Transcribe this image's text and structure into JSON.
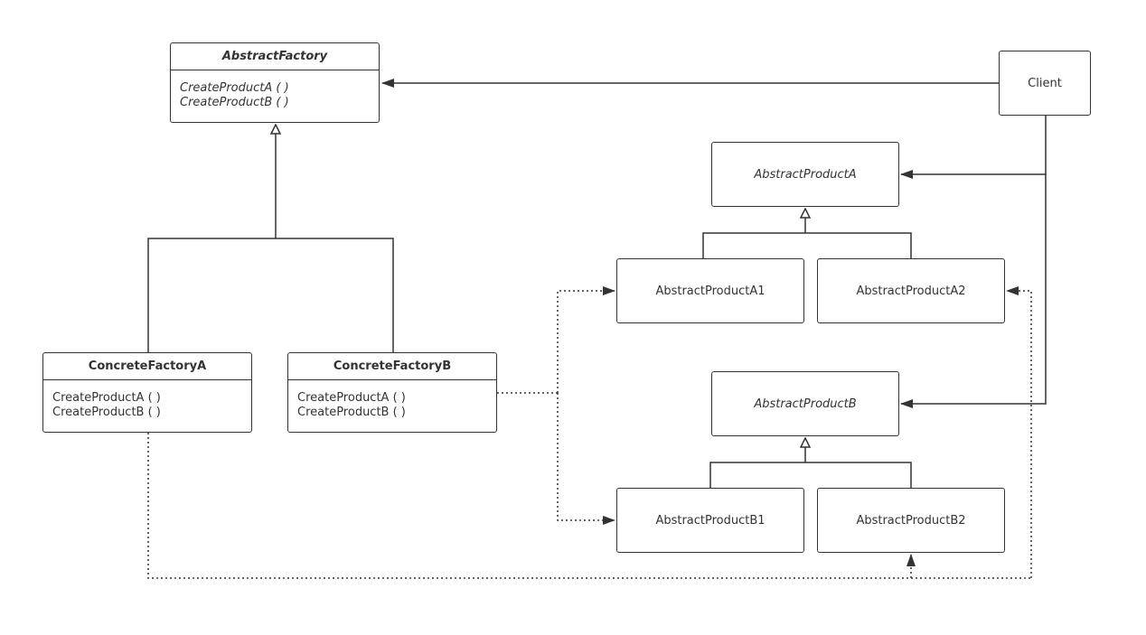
{
  "abstract_factory": {
    "name": "AbstractFactory",
    "methods": [
      "CreateProductA ( )",
      "CreateProductB ( )"
    ]
  },
  "concrete_factory_a": {
    "name": "ConcreteFactoryA",
    "methods": [
      "CreateProductA ( )",
      "CreateProductB ( )"
    ]
  },
  "concrete_factory_b": {
    "name": "ConcreteFactoryB",
    "methods": [
      "CreateProductA ( )",
      "CreateProductB ( )"
    ]
  },
  "client": {
    "label": "Client"
  },
  "abstract_product_a": {
    "label": "AbstractProductA"
  },
  "abstract_product_b": {
    "label": "AbstractProductB"
  },
  "product_a1": {
    "label": "AbstractProductA1"
  },
  "product_a2": {
    "label": "AbstractProductA2"
  },
  "product_b1": {
    "label": "AbstractProductB1"
  },
  "product_b2": {
    "label": "AbstractProductB2"
  }
}
